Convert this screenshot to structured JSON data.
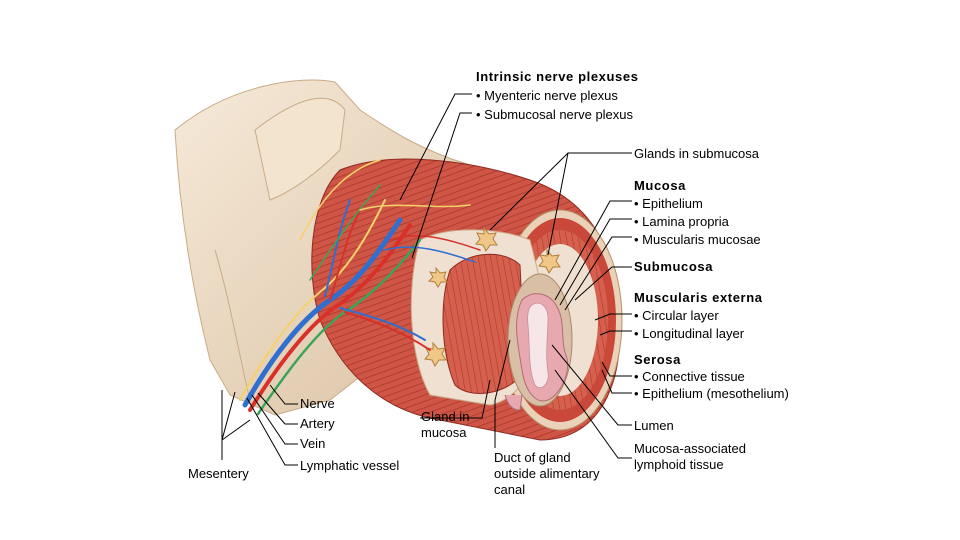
{
  "labels": {
    "intrinsic": {
      "heading": "Intrinsic nerve plexuses",
      "items": [
        "• Myenteric nerve plexus",
        "• Submucosal nerve plexus"
      ]
    },
    "glands_submucosa": "Glands in submucosa",
    "mucosa": {
      "heading": "Mucosa",
      "items": [
        "• Epithelium",
        "• Lamina propria",
        "• Muscularis mucosae"
      ]
    },
    "submucosa": "Submucosa",
    "muscularis_externa": {
      "heading": "Muscularis externa",
      "items": [
        "• Circular layer",
        "• Longitudinal layer"
      ]
    },
    "serosa": {
      "heading": "Serosa",
      "items": [
        "• Connective tissue",
        "• Epithelium (mesothelium)"
      ]
    },
    "lumen": "Lumen",
    "malt": "Mucosa-associated lymphoid tissue",
    "duct": "Duct of gland outside alimentary canal",
    "gland_mucosa": "Gland in mucosa",
    "nerve": "Nerve",
    "artery": "Artery",
    "vein": "Vein",
    "lymphatic": "Lymphatic vessel",
    "mesentery": "Mesentery"
  },
  "colors": {
    "muscle": "#c94a3c",
    "muscle_light": "#e07a68",
    "submucosa": "#efe0d2",
    "mucosa_pink": "#e8a8b0",
    "serosa": "#e9d2b8",
    "mesentery": "#ead7bf",
    "nerve": "#f4d26a",
    "artery": "#d8312a",
    "vein": "#2f6fd0",
    "lymphatic": "#3aa55a"
  }
}
